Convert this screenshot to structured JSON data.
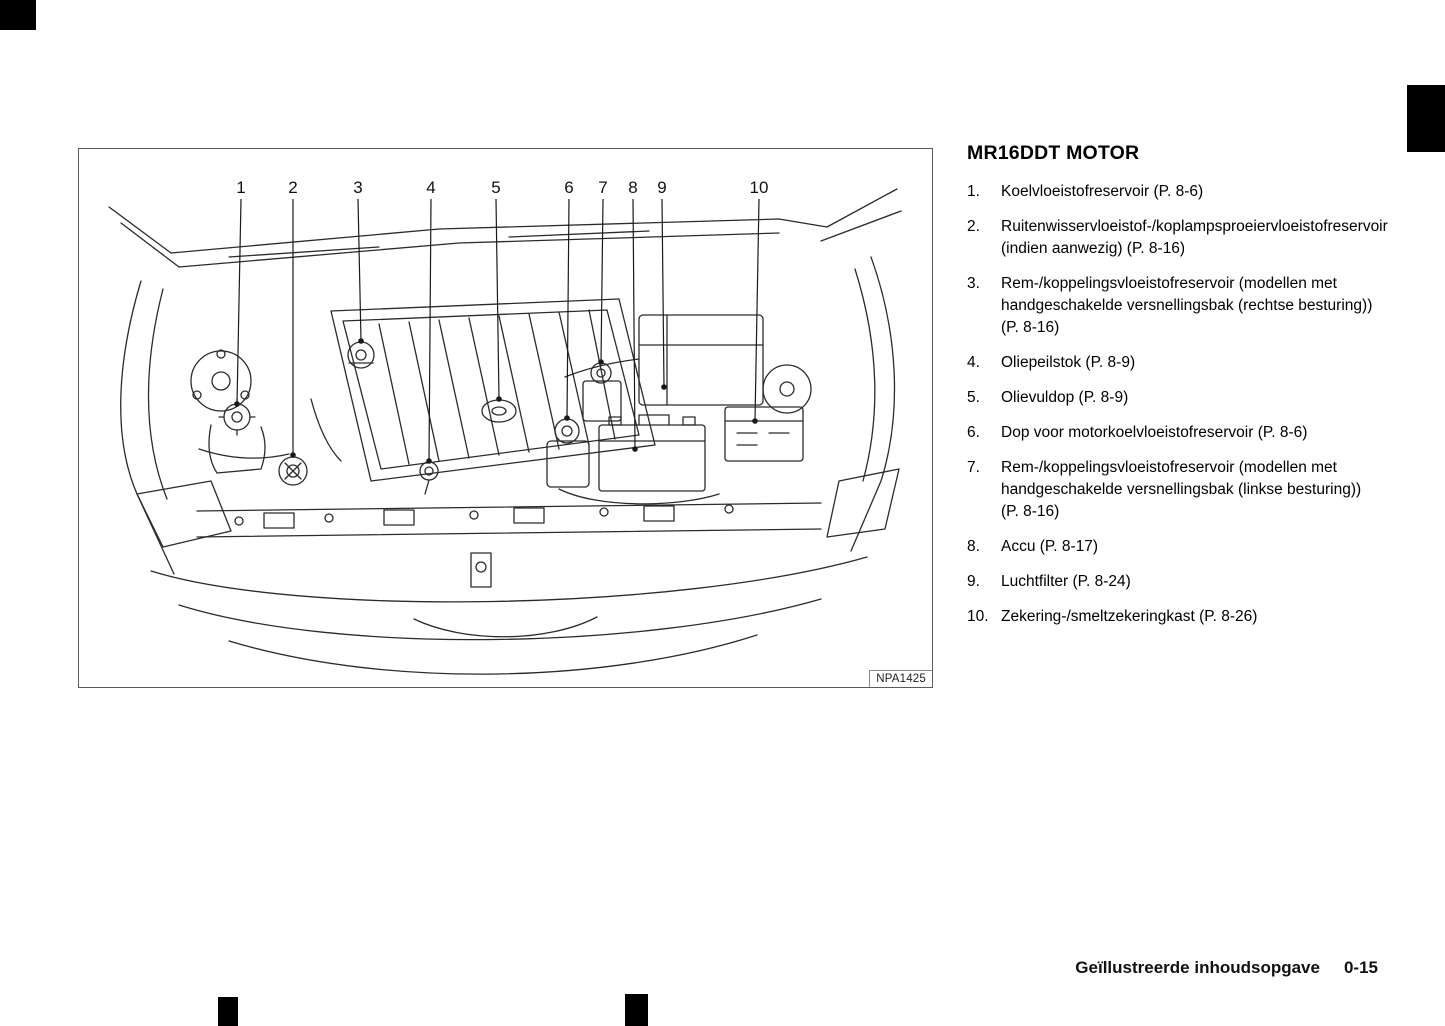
{
  "page": {
    "title": "MR16DDT MOTOR",
    "footer": {
      "section": "Geïllustreerde inhoudsopgave",
      "page_number": "0-15"
    }
  },
  "figure": {
    "code": "NPA1425",
    "callouts": [
      "1",
      "2",
      "3",
      "4",
      "5",
      "6",
      "7",
      "8",
      "9",
      "10"
    ]
  },
  "parts": [
    {
      "num": "1.",
      "text": "Koelvloeistofreservoir (P. 8-6)"
    },
    {
      "num": "2.",
      "text": "Ruitenwisservloeistof-/koplampsproeiervloeistofreservoir (indien aanwezig) (P. 8-16)"
    },
    {
      "num": "3.",
      "text": "Rem-/koppelingsvloeistofreservoir (modellen met handgeschakelde versnellingsbak (rechtse besturing)) (P. 8-16)"
    },
    {
      "num": "4.",
      "text": "Oliepeilstok (P. 8-9)"
    },
    {
      "num": "5.",
      "text": "Olievuldop (P. 8-9)"
    },
    {
      "num": "6.",
      "text": "Dop voor motorkoelvloeistofreservoir (P. 8-6)"
    },
    {
      "num": "7.",
      "text": "Rem-/koppelingsvloeistofreservoir (modellen met handgeschakelde versnellingsbak (linkse besturing)) (P. 8-16)"
    },
    {
      "num": "8.",
      "text": "Accu (P. 8-17)"
    },
    {
      "num": "9.",
      "text": "Luchtfilter (P. 8-24)"
    },
    {
      "num": "10.",
      "text": "Zekering-/smeltzekeringkast (P. 8-26)"
    }
  ]
}
